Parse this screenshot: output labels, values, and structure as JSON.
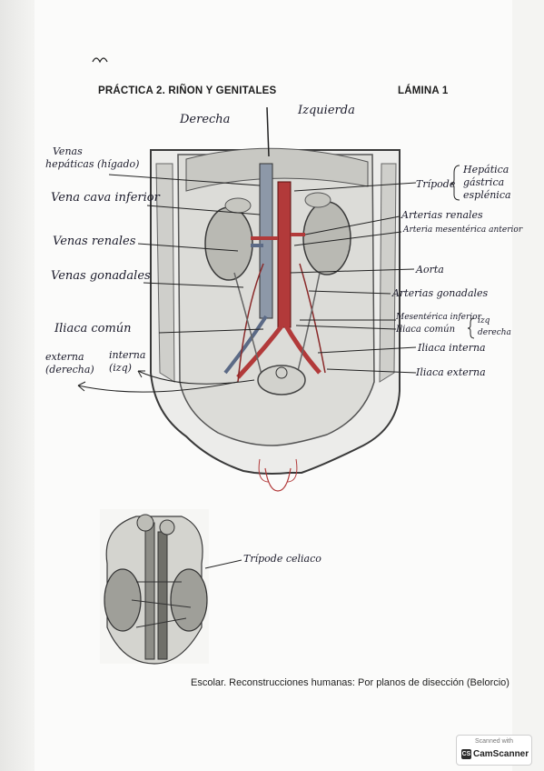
{
  "header": {
    "title": "PRÁCTICA 2. RIÑON Y GENITALES",
    "plate": "LÁMINA 1"
  },
  "orientation": {
    "right": "Derecha",
    "left": "Izquierda"
  },
  "labels_left": {
    "venas_hepaticas": [
      "Venas",
      "hepáticas (hígado)"
    ],
    "vena_cava": "Vena cava inferior",
    "venas_renales": "Venas renales",
    "venas_gonadales": "Venas gonadales",
    "iliaca_comun": "Iliaca común",
    "externa": [
      "externa",
      "(derecha)"
    ],
    "interna": [
      "interna",
      "(izq)"
    ]
  },
  "labels_right": {
    "tripode": "Trípode",
    "tripode_branches": [
      "Hepática",
      "gástrica",
      "esplénica"
    ],
    "arterias_renales": "Arterias renales",
    "mesenterica_anterior": "Arteria mesentérica anterior",
    "aorta": "Aorta",
    "arterias_gonadales": "Arterias gonadales",
    "mesenterica_inferior": "Mesentérica inferior",
    "iliaca_comun": "Iliaca común",
    "iliaca_sides": [
      "izq",
      "derecha"
    ],
    "iliaca_interna": "Iliaca interna",
    "iliaca_externa": "Iliaca externa"
  },
  "second_figure": {
    "label": "Trípode celiaco"
  },
  "caption": "Escolar. Reconstrucciones humanas: Por planos de disección (Belorcio)",
  "scanner": {
    "small": "Scanned with",
    "brand": "CamScanner",
    "icon": "CS"
  }
}
